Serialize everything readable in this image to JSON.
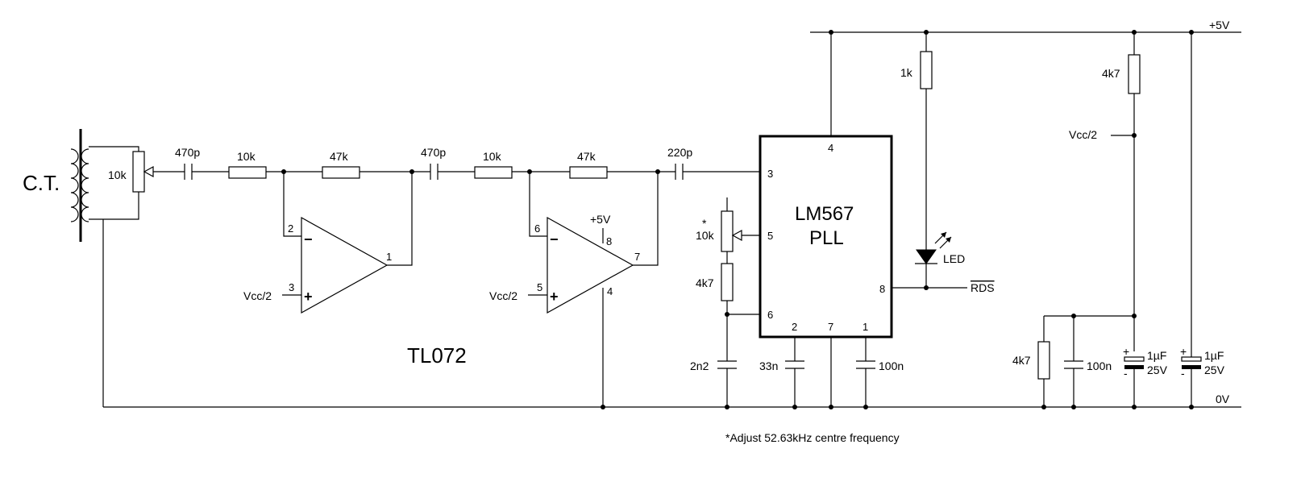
{
  "labels": {
    "ct": "C.T.",
    "pot_in": "10k",
    "c_in1": "470p",
    "r_in1": "10k",
    "rf1": "47k",
    "c_in2": "470p",
    "r_in2": "10k",
    "rf2": "47k",
    "c_out": "220p",
    "opamp_name": "TL072",
    "vcc_half_1": "Vcc/2",
    "vcc_half_2": "Vcc/2",
    "vcc_half_3": "Vcc/2",
    "supply_op": "+5V",
    "pot_pll": "10k",
    "pot_star": "*",
    "r_4k7_pll": "4k7",
    "c_2n2": "2n2",
    "c_33n": "33n",
    "c_100n_pll": "100n",
    "r_1k": "1k",
    "led": "LED",
    "rds": "RDS",
    "r_4k7_top": "4k7",
    "r_4k7_bot": "4k7",
    "c_100n_bias": "100n",
    "cap_e1_val": "1µF",
    "cap_e1_v": "25V",
    "cap_e2_val": "1µF",
    "cap_e2_v": "25V",
    "rail_top": "+5V",
    "rail_bot": "0V",
    "plus_sign": "+",
    "minus_sign": "-",
    "chip_name": "LM567",
    "chip_type": "PLL",
    "footnote": "*Adjust 52.63kHz centre frequency"
  },
  "opamp1": {
    "pin_inv": "2",
    "pin_noninv": "3",
    "pin_out": "1",
    "minus": "−",
    "plus": "+"
  },
  "opamp2": {
    "pin_inv": "6",
    "pin_noninv": "5",
    "pin_out": "7",
    "pin_vcc": "8",
    "pin_gnd": "4",
    "minus": "−",
    "plus": "+"
  },
  "pll_pins": {
    "p4": "4",
    "p3": "3",
    "p5": "5",
    "p6": "6",
    "p8": "8",
    "p2": "2",
    "p7": "7",
    "p1": "1"
  }
}
